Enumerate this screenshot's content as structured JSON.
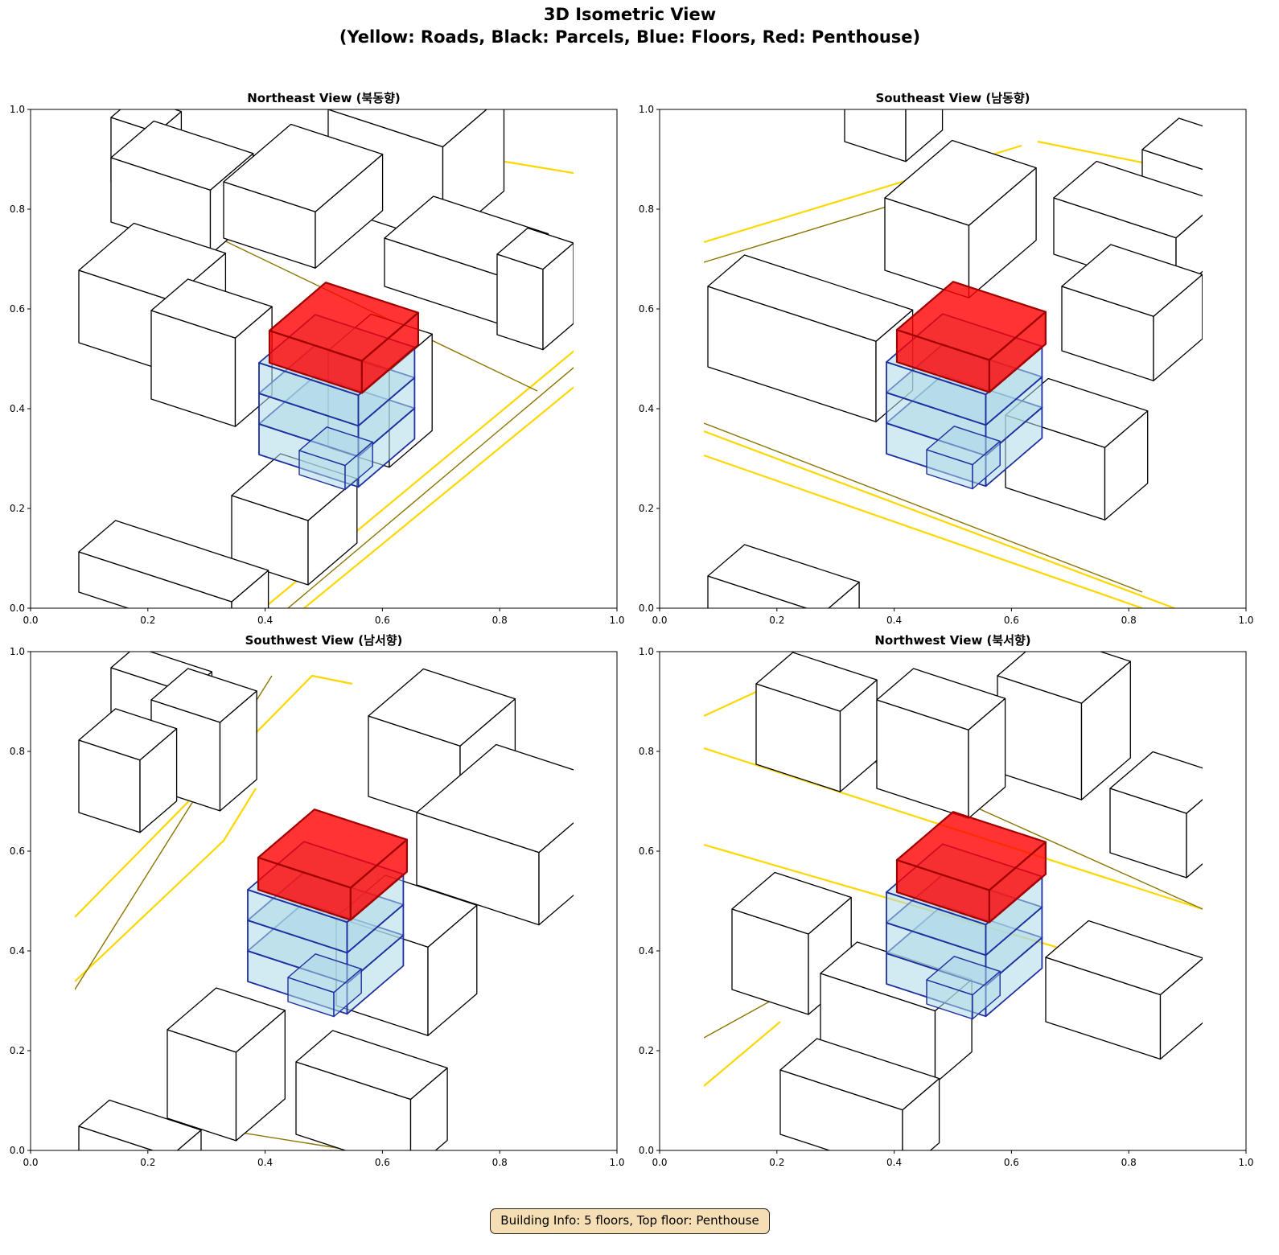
{
  "figure": {
    "title_line1": "3D Isometric View",
    "title_line2": "(Yellow: Roads, Black: Parcels, Blue: Floors, Red: Penthouse)",
    "info": "Building Info: 5 floors, Top floor: Penthouse"
  },
  "colors": {
    "road": "#ffd700",
    "road_dark": "#8b7500",
    "parcel": "#000000",
    "floor": "#add8e6",
    "floor_edge": "#1f2fa0",
    "penthouse": "#ff0000"
  },
  "chart_data": {
    "type": "diagram",
    "panels": [
      {
        "title": "Northeast View (북동향)"
      },
      {
        "title": "Southeast View (남동향)"
      },
      {
        "title": "Southwest View (남서향)"
      },
      {
        "title": "Northwest View (북서향)"
      }
    ],
    "xlim": [
      0,
      1
    ],
    "ylim": [
      0,
      1
    ],
    "ticks": [
      "0.0",
      "0.2",
      "0.4",
      "0.6",
      "0.8",
      "1.0"
    ],
    "floors": 4,
    "penthouse_floors": 1
  }
}
